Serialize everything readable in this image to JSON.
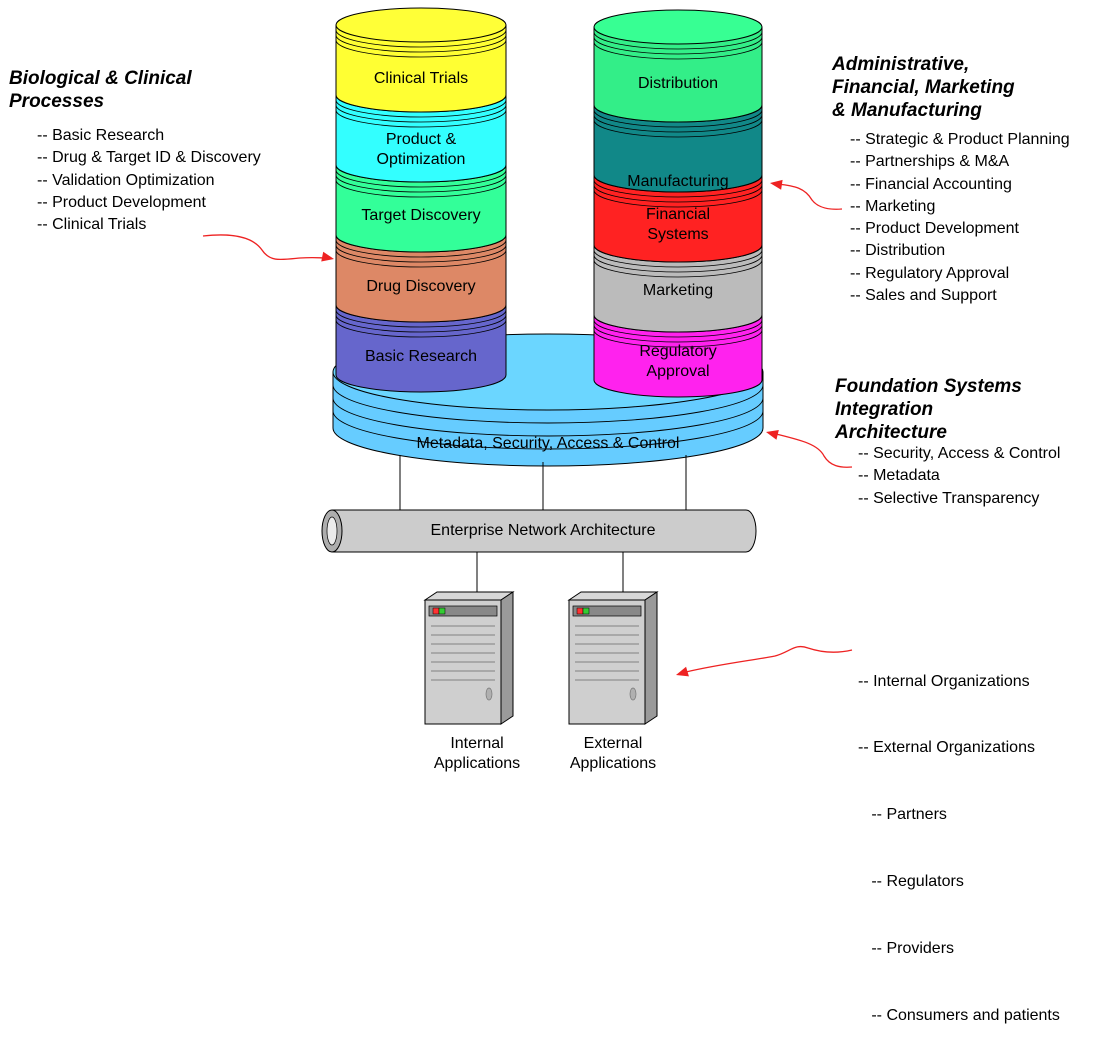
{
  "left_stack": [
    {
      "label_lines": [
        "Clinical Trials"
      ],
      "color": "#ffff33"
    },
    {
      "label_lines": [
        "Product &",
        "Optimization"
      ],
      "color": "#33ffff"
    },
    {
      "label_lines": [
        "Target Discovery"
      ],
      "color": "#33ff99"
    },
    {
      "label_lines": [
        "Drug Discovery"
      ],
      "color": "#dd8866"
    },
    {
      "label_lines": [
        "Basic Research"
      ],
      "color": "#6666cc"
    }
  ],
  "right_stack": [
    {
      "label_lines": [
        "Distribution"
      ],
      "color": "#33ee88"
    },
    {
      "label_lines": [
        "Manufacturing"
      ],
      "color": "#118888"
    },
    {
      "label_lines": [
        "Financial",
        "Systems"
      ],
      "color": "#ff2222"
    },
    {
      "label_lines": [
        "Marketing"
      ],
      "color": "#bbbbbb"
    },
    {
      "label_lines": [
        "Regulatory",
        "Approval"
      ],
      "color": "#ff22ee"
    }
  ],
  "foundation": {
    "label": "Metadata, Security, Access & Control",
    "color": "#66ccff"
  },
  "network": {
    "label": "Enterprise Network Architecture",
    "color": "#cccccc"
  },
  "servers": [
    {
      "label_lines": [
        "Internal",
        "Applications"
      ]
    },
    {
      "label_lines": [
        "External",
        "Applications"
      ]
    }
  ],
  "annotations": {
    "biological": {
      "heading": [
        "Biological & Clinical",
        "Processes"
      ],
      "items": [
        "-- Basic Research",
        "-- Drug & Target ID & Discovery",
        "-- Validation Optimization",
        "-- Product Development",
        "-- Clinical Trials"
      ]
    },
    "administrative": {
      "heading": [
        "Administrative,",
        "Financial, Marketing",
        "& Manufacturing"
      ],
      "items": [
        "-- Strategic & Product Planning",
        "-- Partnerships & M&A",
        "-- Financial Accounting",
        "-- Marketing",
        "-- Product Development",
        "-- Distribution",
        "-- Regulatory Approval",
        "-- Sales and Support"
      ]
    },
    "foundation": {
      "heading": [
        "Foundation Systems",
        "Integration",
        "Architecture"
      ],
      "items": [
        "-- Security, Access & Control",
        "-- Metadata",
        "-- Selective Transparency"
      ]
    },
    "organizations": {
      "items": [
        "-- Internal Organizations",
        "-- External Organizations",
        "   -- Partners",
        "   -- Regulators",
        "   -- Providers",
        "   -- Consumers and patients"
      ]
    }
  },
  "arrow_color": "#ee2222"
}
